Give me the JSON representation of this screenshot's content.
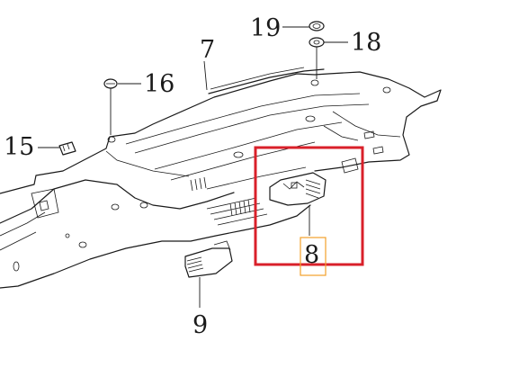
{
  "callouts": {
    "c7": "7",
    "c8": "8",
    "c9": "9",
    "c15": "15",
    "c16": "16",
    "c18": "18",
    "c19": "19"
  },
  "colors": {
    "highlight_box": "#d9202a",
    "label_box": "#f2a12a",
    "line": "#1a1a1a"
  }
}
